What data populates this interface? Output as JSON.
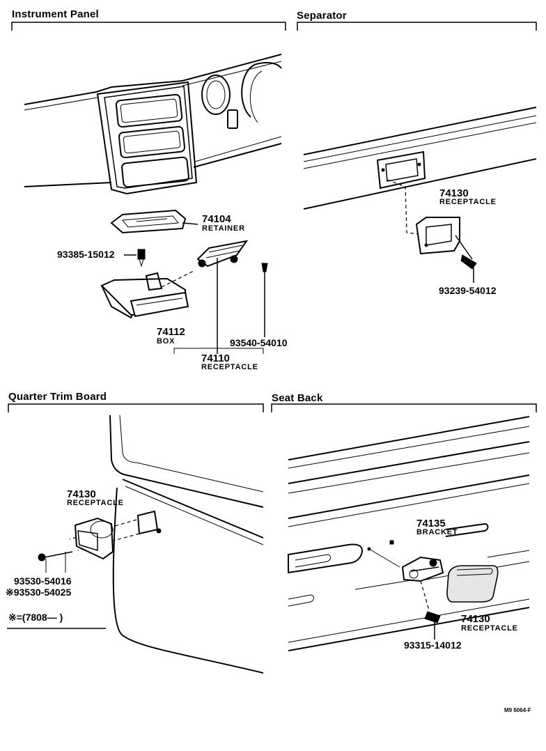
{
  "sections": {
    "instrument_panel": "Instrument Panel",
    "separator": "Separator",
    "quarter_trim_board": "Quarter Trim Board",
    "seat_back": "Seat Back"
  },
  "parts": {
    "retainer_num": "74104",
    "retainer_name": "RETAINER",
    "screw1": "93385-15012",
    "box_num": "74112",
    "box_name": "BOX",
    "screw2": "93540-54010",
    "receptacle_ip_num": "74110",
    "receptacle_ip_name": "RECEPTACLE",
    "receptacle_sep_num": "74130",
    "receptacle_sep_name": "RECEPTACLE",
    "screw_sep": "93239-54012",
    "receptacle_qt_num": "74130",
    "receptacle_qt_name": "RECEPTACLE",
    "screw_qt1": "93530-54016",
    "screw_qt2": "※93530-54025",
    "footnote": "※=(7808—        )",
    "bracket_num": "74135",
    "bracket_name": "BRACKET",
    "receptacle_sb_num": "74130",
    "receptacle_sb_name": "RECEPTACLE",
    "screw_sb": "93315-14012"
  },
  "figure_code": "M9 6064-F"
}
